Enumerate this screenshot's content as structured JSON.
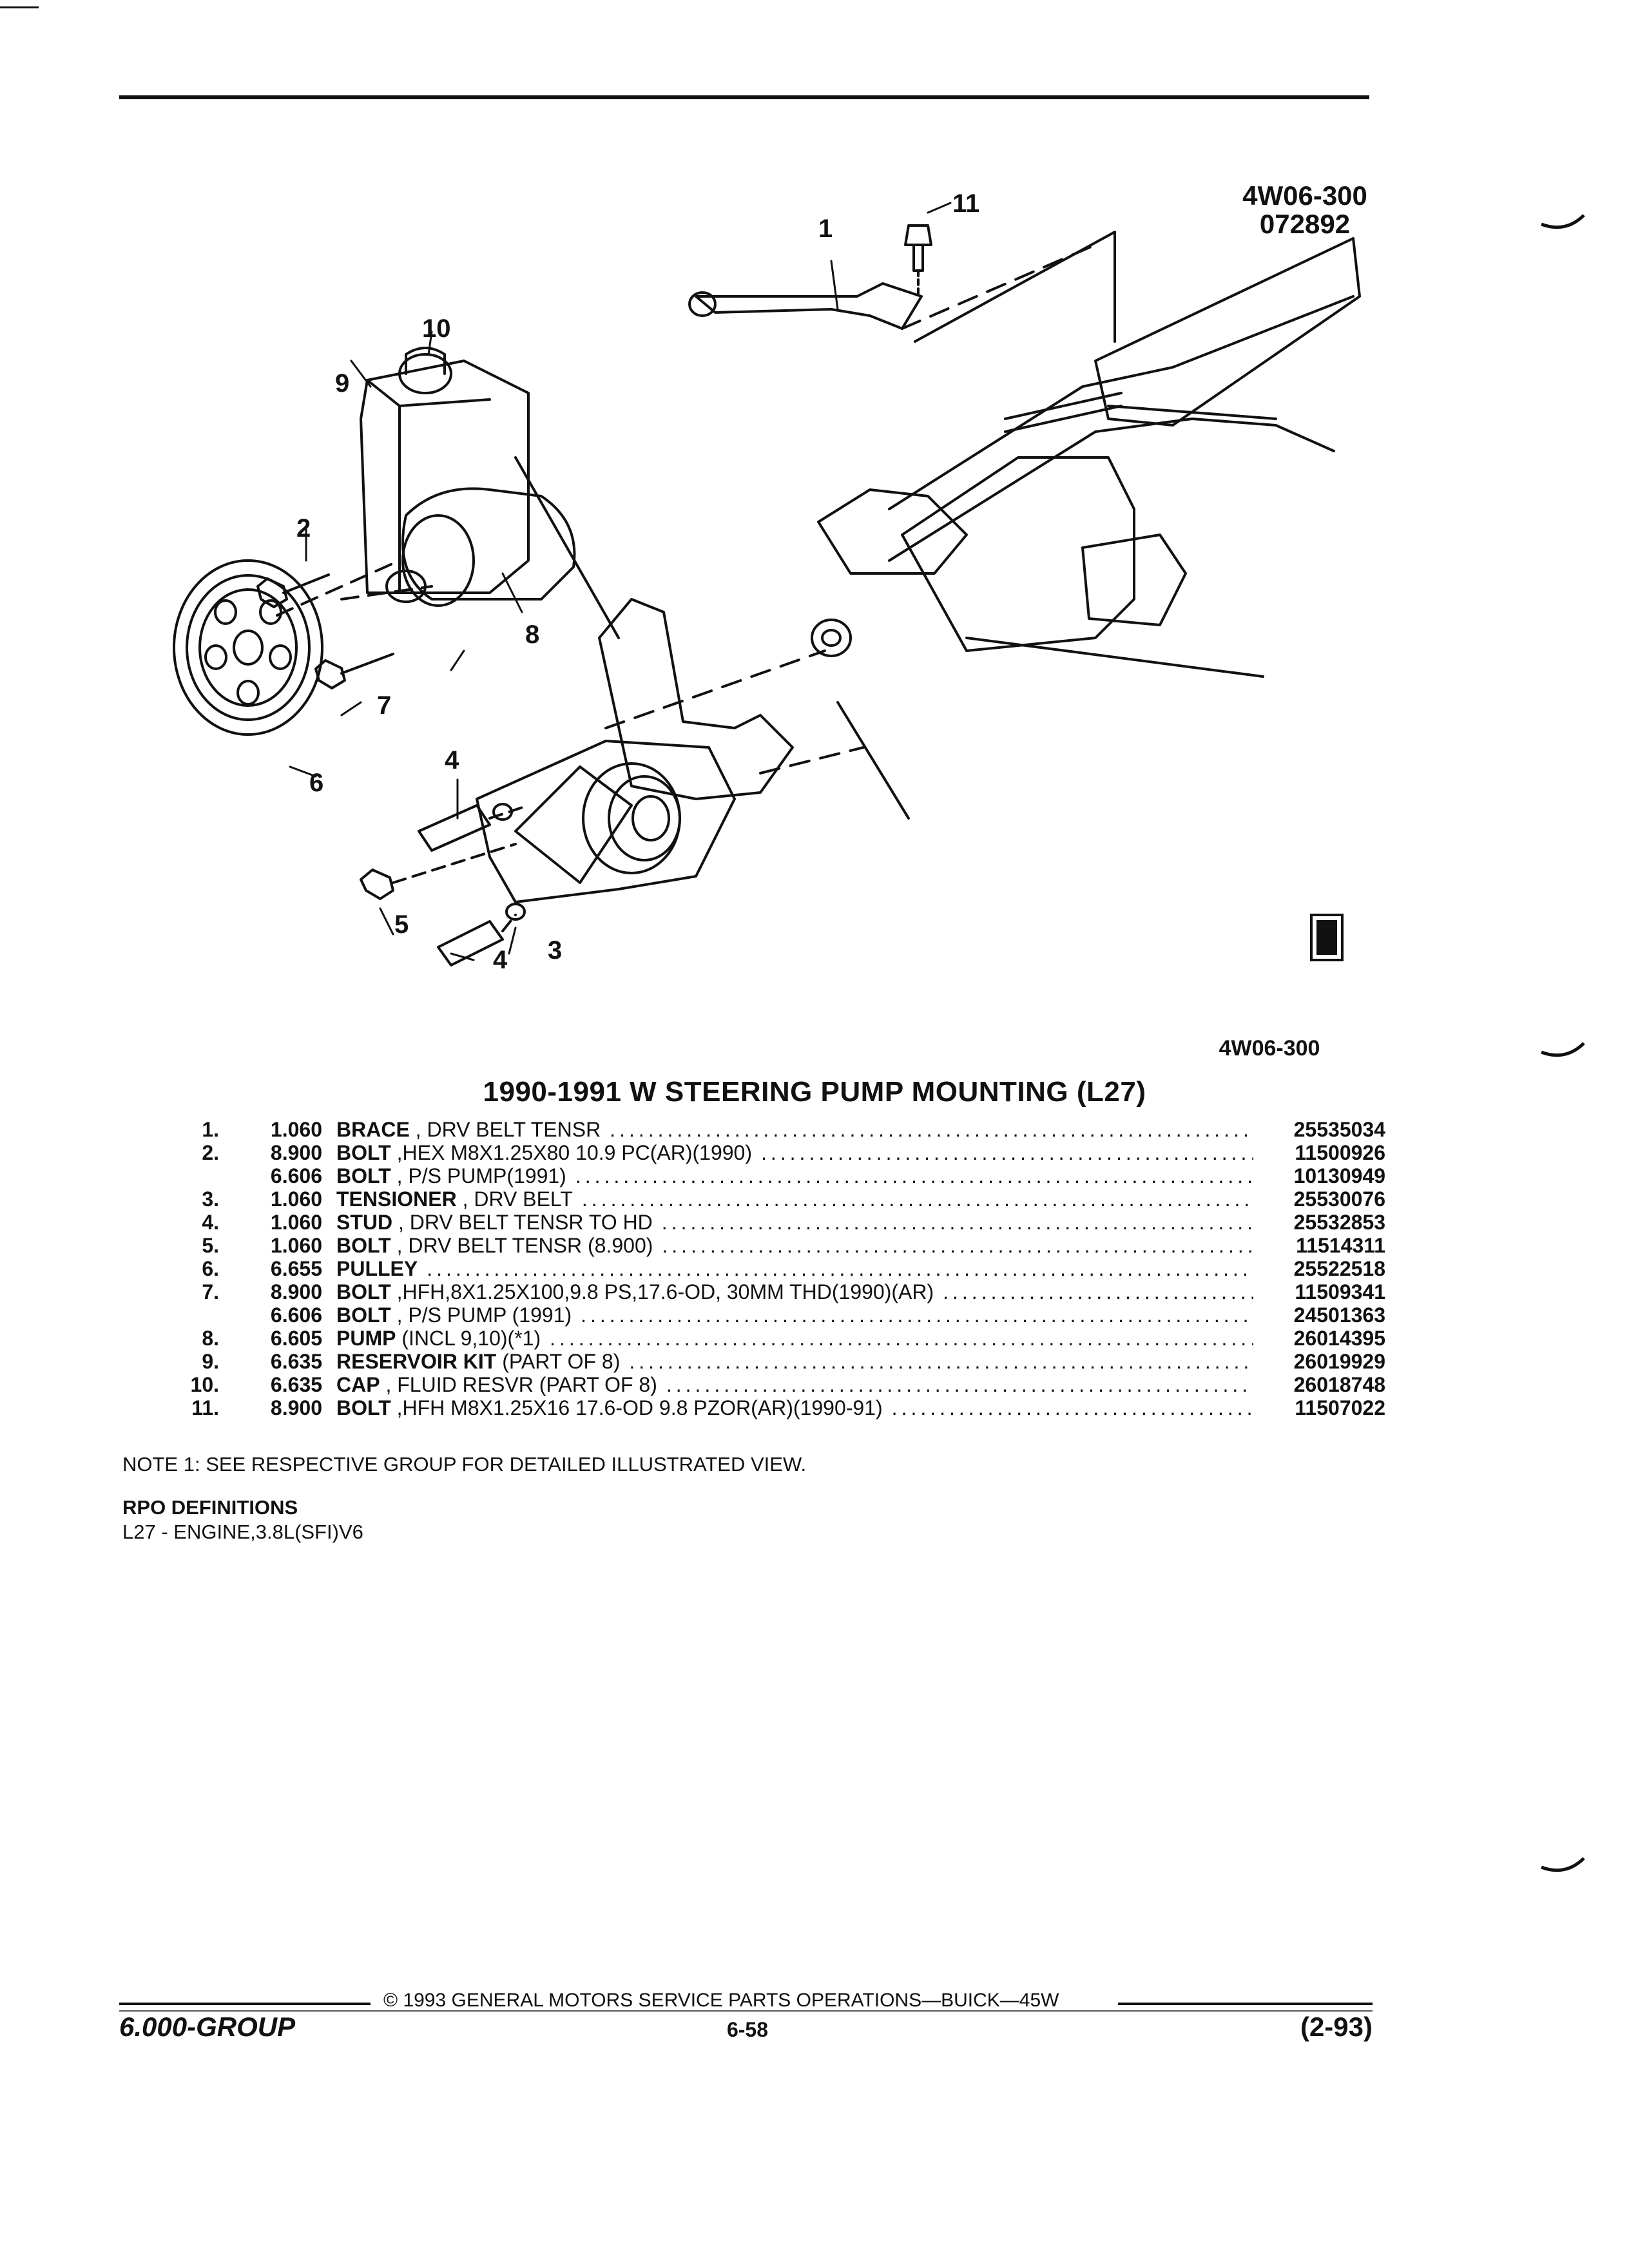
{
  "figure": {
    "ref_top": [
      "4W06-300",
      "072892"
    ],
    "ref_bottom": "4W06-300",
    "callouts": [
      "1",
      "2",
      "3",
      "4",
      "4",
      "5",
      "6",
      "7",
      "8",
      "9",
      "10",
      "11"
    ],
    "badge_text": "gm spo"
  },
  "title": "1990-1991 W STEERING PUMP MOUNTING (L27)",
  "parts": [
    {
      "num": "1.",
      "group": "1.060",
      "name": "BRACE",
      "desc": " , DRV BELT TENSR",
      "part": "25535034"
    },
    {
      "num": "2.",
      "group": "8.900",
      "name": "BOLT",
      "desc": " ,HEX M8X1.25X80 10.9 PC(AR)(1990)",
      "part": "11500926"
    },
    {
      "num": "",
      "group": "6.606",
      "name": "BOLT",
      "desc": " , P/S PUMP(1991)",
      "part": "10130949"
    },
    {
      "num": "3.",
      "group": "1.060",
      "name": "TENSIONER",
      "desc": " , DRV BELT",
      "part": "25530076"
    },
    {
      "num": "4.",
      "group": "1.060",
      "name": "STUD",
      "desc": " , DRV BELT TENSR TO HD",
      "part": "25532853"
    },
    {
      "num": "5.",
      "group": "1.060",
      "name": "BOLT",
      "desc": " , DRV BELT TENSR (8.900)",
      "part": "11514311"
    },
    {
      "num": "6.",
      "group": "6.655",
      "name": "PULLEY",
      "desc": "",
      "part": "25522518"
    },
    {
      "num": "7.",
      "group": "8.900",
      "name": "BOLT",
      "desc": " ,HFH,8X1.25X100,9.8 PS,17.6-OD, 30MM THD(1990)(AR)",
      "part": "11509341"
    },
    {
      "num": "",
      "group": "6.606",
      "name": "BOLT",
      "desc": " , P/S PUMP (1991)",
      "part": "24501363"
    },
    {
      "num": "8.",
      "group": "6.605",
      "name": "PUMP",
      "desc": " (INCL 9,10)(*1)",
      "part": "26014395"
    },
    {
      "num": "9.",
      "group": "6.635",
      "name": "RESERVOIR KIT",
      "desc": " (PART OF 8)",
      "part": "26019929"
    },
    {
      "num": "10.",
      "group": "6.635",
      "name": "CAP",
      "desc": " , FLUID RESVR (PART OF 8)",
      "part": "26018748"
    },
    {
      "num": "11.",
      "group": "8.900",
      "name": "BOLT",
      "desc": " ,HFH M8X1.25X16 17.6-OD 9.8 PZOR(AR)(1990-91)",
      "part": "11507022"
    }
  ],
  "note": "NOTE  1:  SEE RESPECTIVE GROUP FOR DETAILED ILLUSTRATED VIEW.",
  "rpo": {
    "heading": "RPO DEFINITIONS",
    "definition": "L27 - ENGINE,3.8L(SFI)V6"
  },
  "footer": {
    "copyright": "©  1993  GENERAL MOTORS SERVICE PARTS OPERATIONS—BUICK—45W",
    "group": "6.000-GROUP",
    "page": "6-58",
    "revision": "(2-93)"
  }
}
